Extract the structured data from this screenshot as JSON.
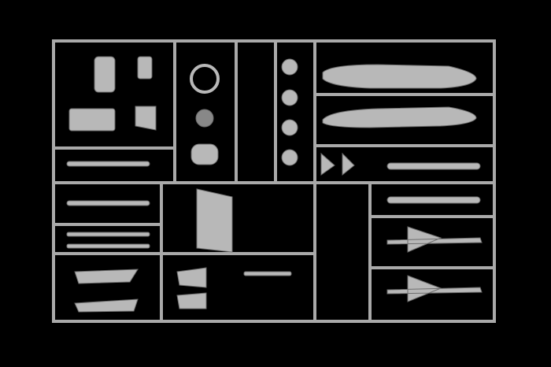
{
  "colors": {
    "background": "#000000",
    "sprue": "#a9a9a9",
    "part": "#b8b8b8",
    "shadow": "#6e6e6e"
  },
  "subject": {
    "parts": [
      "fuel-tank",
      "fuel-tank",
      "missile",
      "missile",
      "missile",
      "missile",
      "wheel",
      "wheel",
      "wheel",
      "wheel"
    ]
  }
}
